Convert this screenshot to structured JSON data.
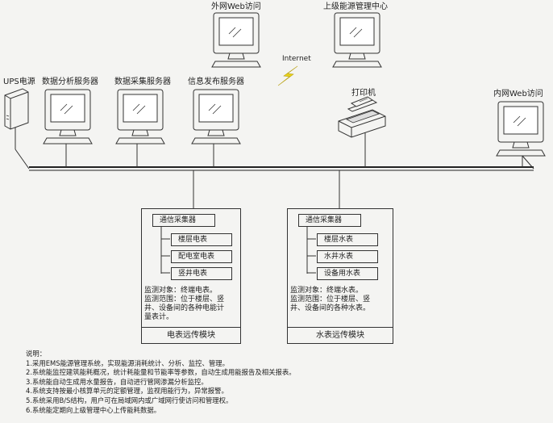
{
  "top": {
    "external_web": "外网Web访问",
    "upper_center": "上级能源管理中心",
    "internet": "Internet"
  },
  "devices": {
    "ups": "UPS电源",
    "analysis_server": "数据分析服务器",
    "collect_server": "数据采集服务器",
    "publish_server": "信息发布服务器",
    "printer": "打印机",
    "internal_web": "内网Web访问"
  },
  "electric_module": {
    "collector": "通信采集器",
    "items": [
      "楼层电表",
      "配电室电表",
      "竖井电表"
    ],
    "desc": [
      "监测对象：终端电表。",
      "监测范围：位于楼层、竖",
      "井、设备间的各种电能计",
      "量表计。"
    ],
    "title": "电表远传模块"
  },
  "water_module": {
    "collector": "通信采集器",
    "items": [
      "楼层水表",
      "水井水表",
      "设备用水表"
    ],
    "desc": [
      "监测对象：终端水表。",
      "监测范围：位于楼层、竖",
      "井、设备间的各种水表。"
    ],
    "title": "水表远传模块"
  },
  "notes": {
    "heading": "说明：",
    "items": [
      "1.采用EMS能源管理系统，实现能源消耗统计、分析、监控、管理。",
      "2.系统能监控建筑能耗概况，统计耗能量和节能率等参数，自动生成用能报告及相关报表。",
      "3.系统能自动生成用水量报告，自动进行管网渗漏分析监控。",
      "4.系统支持按最小核算单元的定额管理，监视用能行为，异常报警。",
      "5.系统采用B/S结构，用户可在局域网内或广域网行使访问和管理权。",
      "6.系统能定期向上级管理中心上传能耗数据。"
    ]
  }
}
